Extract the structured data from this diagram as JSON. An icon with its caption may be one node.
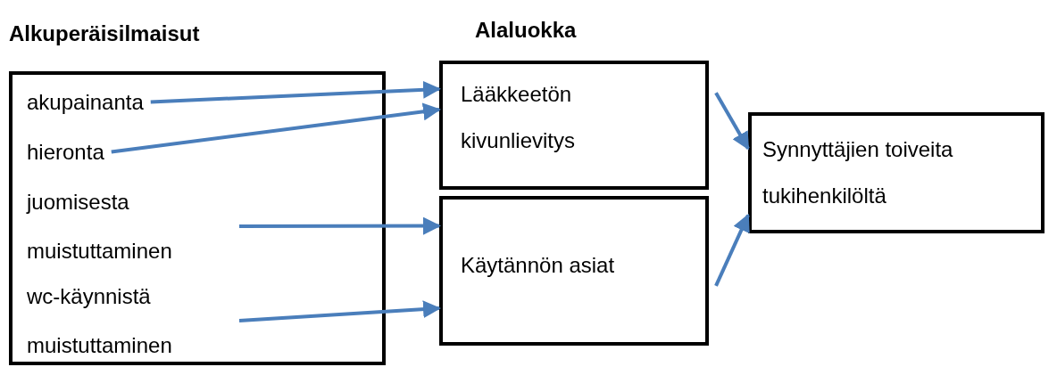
{
  "diagram": {
    "nodes": [
      {
        "text": [
          "Alkuperäisilmaisut"
        ]
      },
      {
        "text": [
          "akupainanta"
        ],
        "in": 0
      },
      {
        "text": [
          "hieronta"
        ],
        "in": 0
      },
      {
        "text": [
          "juomisesta muistuttaminen"
        ],
        "in": 0
      },
      {
        "text": [
          "wc-käynnistä muistuttaminen"
        ],
        "in": 0
      },
      {
        "text": [
          "Lääkkeetön kivunlievitys"
        ]
      },
      {
        "text": [
          "Käytännön asiat"
        ]
      },
      {
        "text": [
          "Synnyttäjien toiveita tukihenkilöltä"
        ]
      }
    ],
    "edges": [
      {
        "from": 1,
        "to": 5,
        "arrow": "to"
      },
      {
        "from": 2,
        "to": 5,
        "arrow": "to"
      },
      {
        "from": 3,
        "to": 6,
        "arrow": "to"
      },
      {
        "from": 4,
        "to": 6,
        "arrow": "to"
      },
      {
        "from": 5,
        "to": 7,
        "arrow": "to"
      },
      {
        "from": 6,
        "to": 7,
        "arrow": "to"
      }
    ],
    "labels": [
      "Alaluokka"
    ]
  }
}
